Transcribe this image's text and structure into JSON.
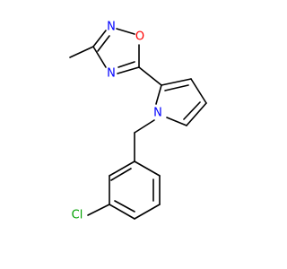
{
  "molecule": {
    "atoms": {
      "n_oxadiazole_top": {
        "label": "N",
        "color": "#0000ff"
      },
      "o_oxadiazole": {
        "label": "O",
        "color": "#ff0000"
      },
      "n_oxadiazole_bottom": {
        "label": "N",
        "color": "#0000ff"
      },
      "n_pyrrole": {
        "label": "N",
        "color": "#0000ff"
      },
      "cl": {
        "label": "Cl",
        "color": "#00a000"
      }
    }
  }
}
